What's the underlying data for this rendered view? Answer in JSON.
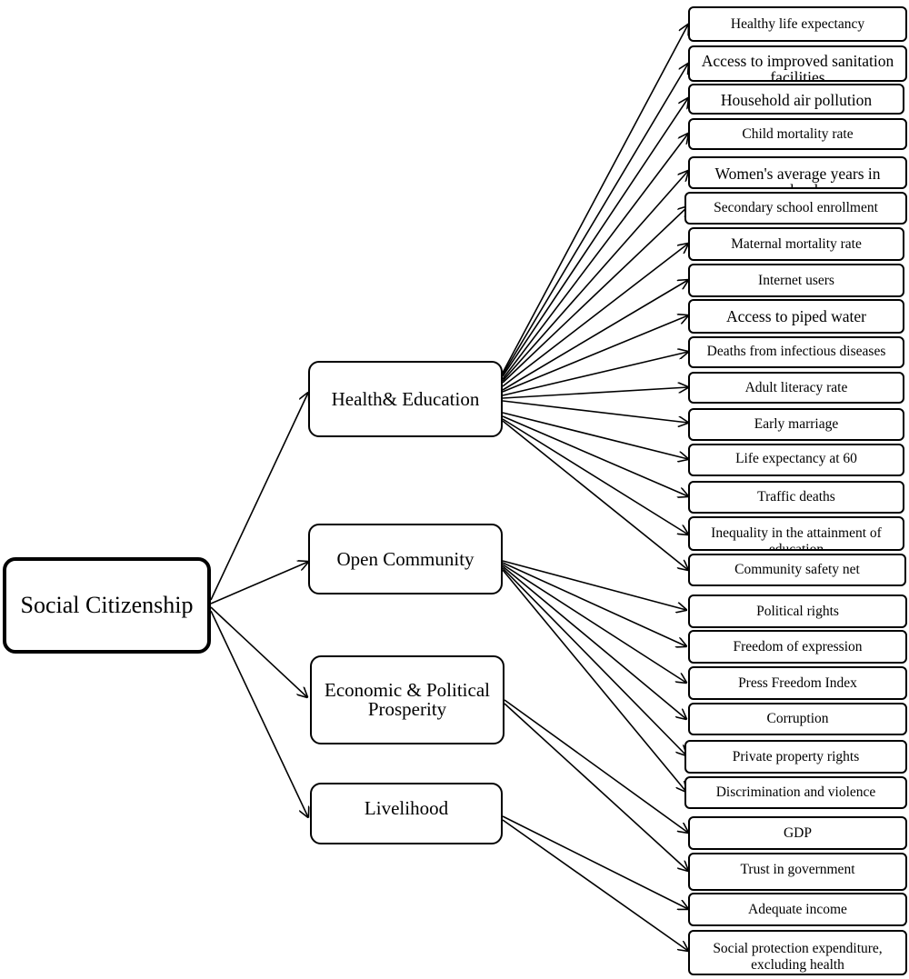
{
  "root": {
    "label": "Social Citizenship"
  },
  "categories": [
    {
      "id": "health",
      "label": "Health& Education",
      "indicators": [
        "Healthy life expectancy",
        "Access to improved sanitation facilities",
        "Household air pollution",
        "Child mortality rate",
        "Women's average years in school",
        "Secondary school enrollment",
        "Maternal mortality rate",
        "Internet users",
        "Access to piped water",
        "Deaths from infectious diseases",
        "Adult literacy rate",
        "Early marriage",
        "Life expectancy at 60",
        "Traffic deaths",
        "Inequality in the attainment of education",
        "Community safety net"
      ]
    },
    {
      "id": "open",
      "label": "Open Community",
      "indicators": [
        "Political rights",
        "Freedom of expression",
        "Press Freedom Index",
        "Corruption",
        "Private property rights",
        "Discrimination and violence"
      ]
    },
    {
      "id": "econ",
      "label": "Economic & Political Prosperity",
      "indicators": [
        "GDP",
        "Trust in government"
      ]
    },
    {
      "id": "live",
      "label": "Livelihood",
      "indicators": [
        "Adequate income",
        "Social protection expenditure, excluding health"
      ]
    }
  ]
}
